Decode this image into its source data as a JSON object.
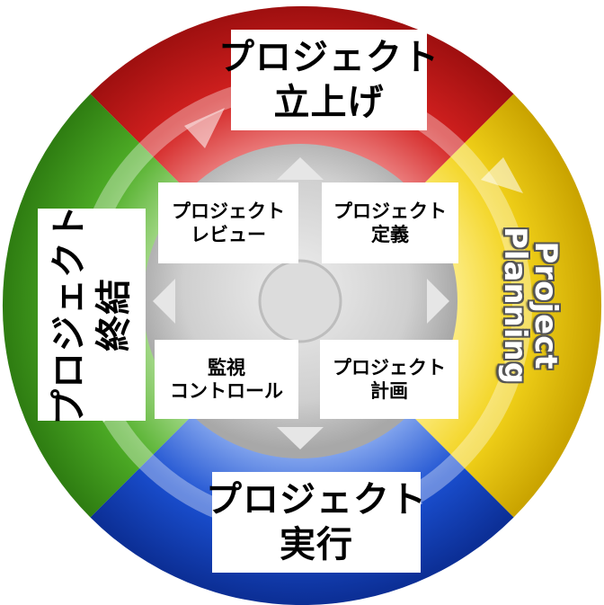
{
  "segments": {
    "top_color": "#d2201f",
    "right_color": "#f2d21a",
    "bottom_color": "#1a4fd0",
    "left_color": "#4fae27",
    "center_color": "#c8c8c8"
  },
  "labels": {
    "top": {
      "line1": "プロジェクト",
      "line2": "立上げ"
    },
    "bottom": {
      "line1": "プロジェクト",
      "line2": "実行"
    },
    "left": {
      "line1": "プロジェクト",
      "line2": "終結"
    },
    "right": {
      "line1": "Project",
      "line2": "Planning"
    },
    "inner_top_left": {
      "line1": "プロジェクト",
      "line2": "レビュー"
    },
    "inner_top_right": {
      "line1": "プロジェクト",
      "line2": "定義"
    },
    "inner_bottom_left": {
      "line1": "監視",
      "line2": "コントロール"
    },
    "inner_bottom_right": {
      "line1": "プロジェクト",
      "line2": "計画"
    }
  }
}
